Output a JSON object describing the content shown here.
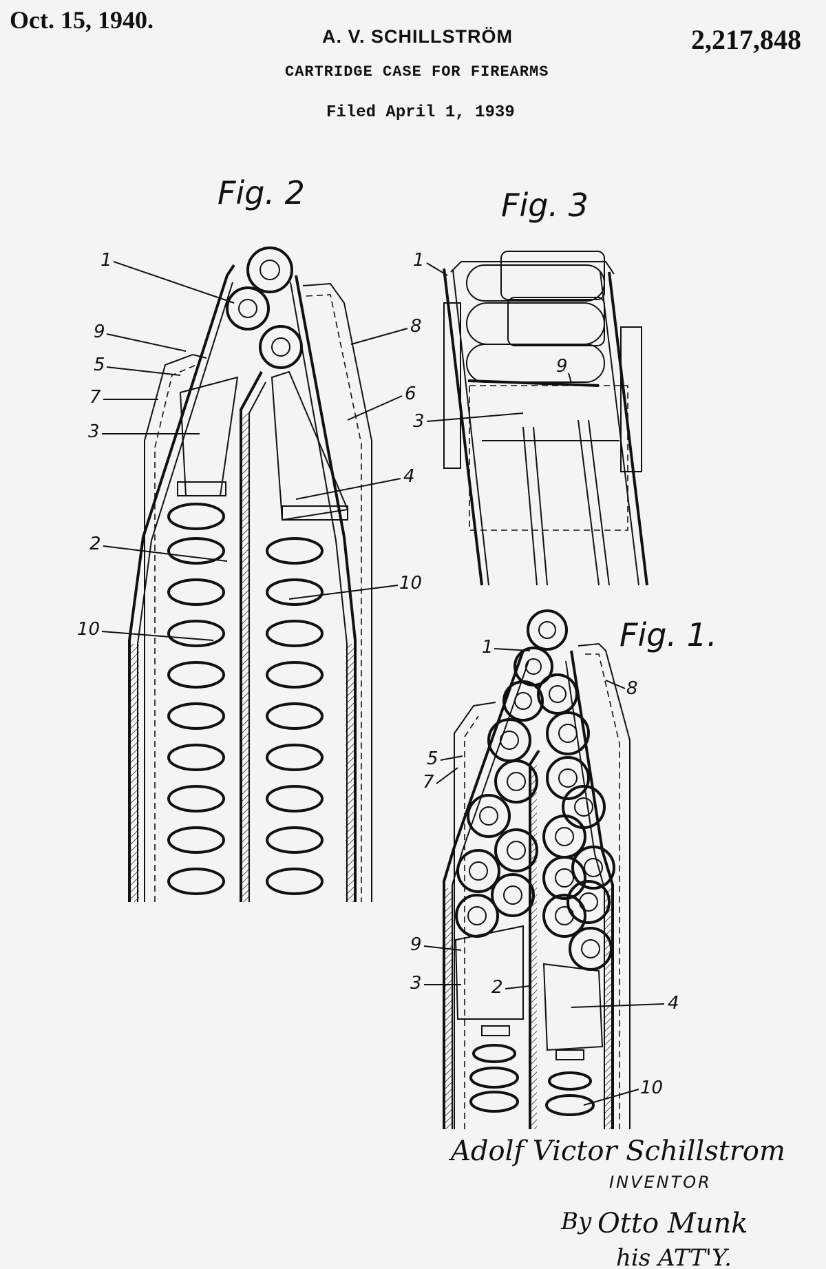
{
  "header": {
    "date": "Oct. 15, 1940.",
    "inventor_name": "A. V. SCHILLSTRÖM",
    "patent_number": "2,217,848",
    "title": "CARTRIDGE CASE FOR FIREARMS",
    "filed": "Filed April 1, 1939"
  },
  "figures": {
    "fig2": {
      "label": "Fig. 2",
      "refs": [
        "1",
        "9",
        "5",
        "7",
        "3",
        "2",
        "10",
        "8",
        "6",
        "4",
        "10"
      ]
    },
    "fig3": {
      "label": "Fig. 3",
      "refs": [
        "1",
        "9",
        "3"
      ]
    },
    "fig1": {
      "label": "Fig. 1.",
      "refs": [
        "1",
        "8",
        "5",
        "7",
        "9",
        "3",
        "2",
        "4",
        "10"
      ]
    }
  },
  "signature": {
    "inventor_signature": "Adolf Victor Schillstrom",
    "inventor_caption": "INVENTOR",
    "by": "By",
    "attorney_signature": "Otto Munk",
    "attorney_caption": "his ATT'Y."
  }
}
